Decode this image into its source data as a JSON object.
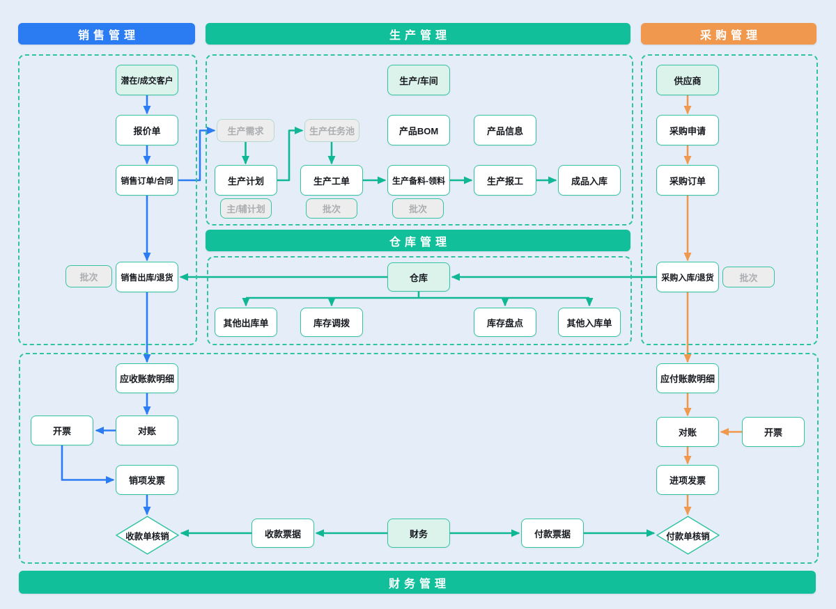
{
  "headers": {
    "sales": "销售管理",
    "production": "生产管理",
    "procurement": "采购管理",
    "warehouse": "仓库管理",
    "finance": "财务管理"
  },
  "nodes": {
    "customer": "潜在/成交客户",
    "quote": "报价单",
    "sales_order": "销售订单/合同",
    "batch_sales": "批次",
    "sales_outbound": "销售出库/退货",
    "workshop": "生产/车间",
    "prod_demand": "生产需求",
    "task_pool": "生产任务池",
    "bom": "产品BOM",
    "product_info": "产品信息",
    "prod_plan": "生产计划",
    "work_order": "生产工单",
    "material": "生产备料-领料",
    "prod_report": "生产报工",
    "finished_in": "成品入库",
    "main_aux": "主/辅计划",
    "batch_wo": "批次",
    "batch_mat": "批次",
    "warehouse": "仓库",
    "other_out": "其他出库单",
    "transfer": "库存调拨",
    "stocktake": "库存盘点",
    "other_in": "其他入库单",
    "supplier": "供应商",
    "purchase_request": "采购申请",
    "purchase_order": "采购订单",
    "purchase_inbound": "采购入库/退货",
    "batch_po": "批次",
    "ar_detail": "应收账款明细",
    "recon_ar": "对账",
    "invoice_ar": "开票",
    "sales_invoice": "销项发票",
    "receipt_writeoff": "收款单核销",
    "receipt_note": "收款票据",
    "finance": "财务",
    "payment_note": "付款票据",
    "payment_writeoff": "付款单核销",
    "ap_detail": "应付账款明细",
    "recon_ap": "对账",
    "invoice_ap": "开票",
    "input_invoice": "进项发票"
  },
  "colors": {
    "blue": "#2b7cf2",
    "green": "#12bf9b",
    "arrow_green": "#10b795",
    "orange": "#f0984e",
    "node_border": "#34c3a2",
    "background": "#e4edf8"
  }
}
